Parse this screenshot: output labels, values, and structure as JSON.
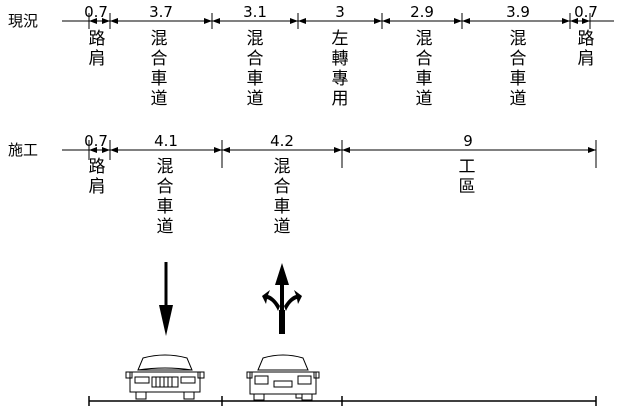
{
  "rows": [
    {
      "label": "現況",
      "lanes": [
        {
          "width": "0.7",
          "name": [
            "路",
            "肩"
          ]
        },
        {
          "width": "3.7",
          "name": [
            "混",
            "合",
            "車",
            "道"
          ]
        },
        {
          "width": "3.1",
          "name": [
            "混",
            "合",
            "車",
            "道"
          ]
        },
        {
          "width": "3",
          "name": [
            "左",
            "轉",
            "專",
            "用"
          ]
        },
        {
          "width": "2.9",
          "name": [
            "混",
            "合",
            "車",
            "道"
          ]
        },
        {
          "width": "3.9",
          "name": [
            "混",
            "合",
            "車",
            "道"
          ]
        },
        {
          "width": "0.7",
          "name": [
            "路",
            "肩"
          ]
        }
      ]
    },
    {
      "label": "施工",
      "lanes": [
        {
          "width": "0.7",
          "name": [
            "路",
            "肩"
          ]
        },
        {
          "width": "4.1",
          "name": [
            "混",
            "合",
            "車",
            "道"
          ]
        },
        {
          "width": "4.2",
          "name": [
            "混",
            "合",
            "車",
            "道"
          ]
        },
        {
          "width": "9",
          "name": [
            "工",
            "區"
          ]
        }
      ]
    }
  ],
  "traffic": [
    {
      "lane": "lane-1",
      "direction": "down",
      "icon": "down-arrow-icon"
    },
    {
      "lane": "lane-2",
      "direction": "up-left-right",
      "icon": "up-split-arrow-icon"
    }
  ],
  "cars": [
    {
      "facing": "front",
      "icon": "car-front-icon"
    },
    {
      "facing": "rear",
      "icon": "car-rear-icon"
    }
  ]
}
